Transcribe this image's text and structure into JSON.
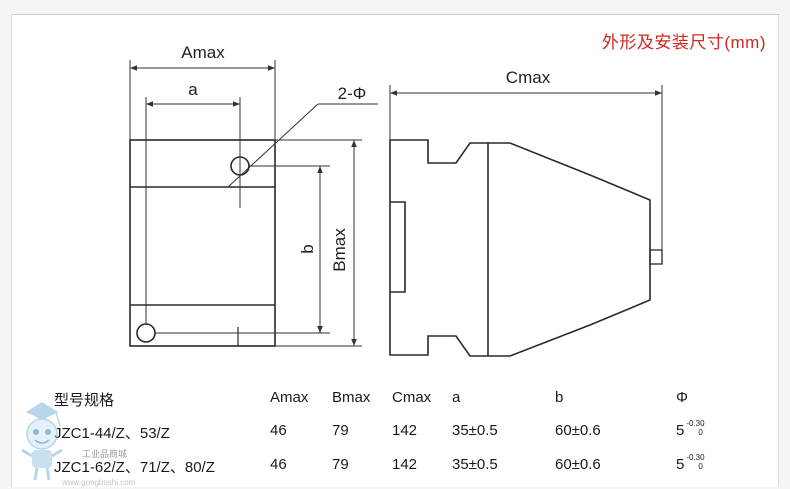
{
  "title": "外形及安装尺寸(mm)",
  "diagram_labels": {
    "amax": "Amax",
    "a": "a",
    "phi_holes": "2-Φ",
    "b": "b",
    "bmax": "Bmax",
    "cmax": "Cmax"
  },
  "table": {
    "headers": [
      "型号规格",
      "Amax",
      "Bmax",
      "Cmax",
      "a",
      "b",
      "Φ"
    ],
    "rows": [
      {
        "model": "JZC1-44/Z、53/Z",
        "amax": "46",
        "bmax": "79",
        "cmax": "142",
        "a": "35±0.5",
        "b": "60±0.6",
        "phi": "5",
        "phi_tol_upper": "-0.30",
        "phi_tol_lower": "0"
      },
      {
        "model": "JZC1-62/Z、71/Z、80/Z",
        "amax": "46",
        "bmax": "79",
        "cmax": "142",
        "a": "35±0.5",
        "b": "60±0.6",
        "phi": "5",
        "phi_tol_upper": "-0.30",
        "phi_tol_lower": "0"
      }
    ]
  },
  "watermark": {
    "text": "工业品商城",
    "url": "www.gongboshi.com"
  },
  "colors": {
    "title": "#d7261f",
    "line": "#2a2a2a",
    "dimension": "#333333"
  }
}
